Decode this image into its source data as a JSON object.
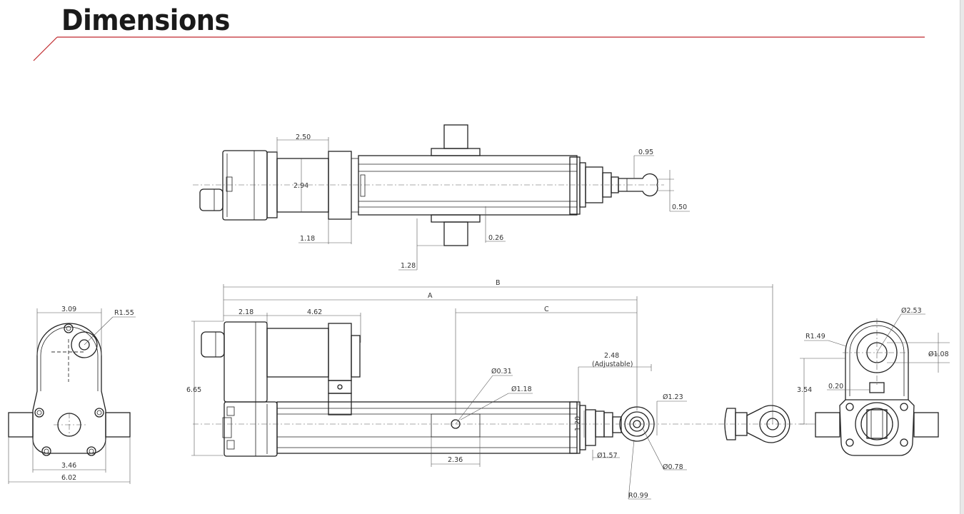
{
  "title": "Dimensions",
  "colors": {
    "accent_line": "#c0282d",
    "drawing": "#222222"
  },
  "top_view": {
    "d_2_50": "2.50",
    "d_2_94": "2.94",
    "d_1_18": "1.18",
    "d_1_28": "1.28",
    "d_0_26": "0.26",
    "d_0_95": "0.95",
    "d_0_50": "0.50"
  },
  "end_view_left": {
    "d_3_09": "3.09",
    "d_r1_55": "R1.55",
    "d_3_46": "3.46",
    "d_6_02": "6.02"
  },
  "side_view": {
    "d_B": "B",
    "d_A": "A",
    "d_C": "C",
    "d_2_18": "2.18",
    "d_4_62": "4.62",
    "d_6_65": "6.65",
    "d_phi_0_31": "Ø0.31",
    "d_phi_1_18": "Ø1.18",
    "d_2_48": "2.48",
    "d_adjustable": "(Adjustable)",
    "d_phi_1_23": "Ø1.23",
    "d_1_20": "1.20",
    "d_2_36": "2.36",
    "d_phi_1_57": "Ø1.57",
    "d_phi_0_78": "Ø0.78",
    "d_r0_99": "R0.99"
  },
  "end_view_right": {
    "d_phi_2_53": "Ø2.53",
    "d_r1_49": "R1.49",
    "d_phi_1_08": "Ø1.08",
    "d_3_54": "3.54",
    "d_0_20": "0.20"
  }
}
